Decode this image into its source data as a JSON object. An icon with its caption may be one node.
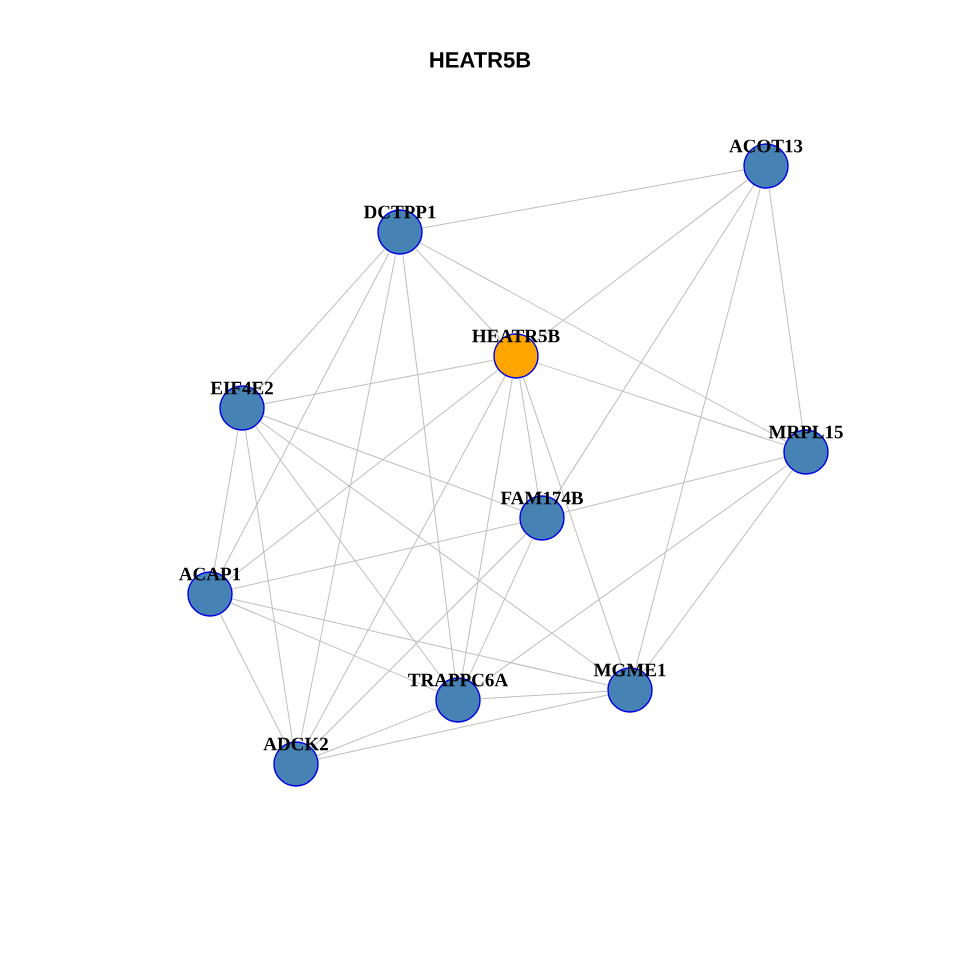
{
  "diagram": {
    "title": "HEATR5B",
    "nodes": [
      {
        "text": [
          "ACOT13"
        ]
      },
      {
        "text": [
          "DCTPP1"
        ]
      },
      {
        "text": [
          "HEATR5B"
        ]
      },
      {
        "text": [
          "EIF4E2"
        ]
      },
      {
        "text": [
          "MRPL15"
        ]
      },
      {
        "text": [
          "FAM174B"
        ]
      },
      {
        "text": [
          "ACAP1"
        ]
      },
      {
        "text": [
          "MGME1"
        ]
      },
      {
        "text": [
          "TRAPPC6A"
        ]
      },
      {
        "text": [
          "ADCK2"
        ]
      }
    ],
    "edges": [
      {
        "from": 0,
        "to": 1,
        "arrow": "none"
      },
      {
        "from": 0,
        "to": 2,
        "arrow": "none"
      },
      {
        "from": 0,
        "to": 5,
        "arrow": "none"
      },
      {
        "from": 0,
        "to": 7,
        "arrow": "none"
      },
      {
        "from": 0,
        "to": 4,
        "arrow": "none"
      },
      {
        "from": 1,
        "to": 2,
        "arrow": "none"
      },
      {
        "from": 1,
        "to": 4,
        "arrow": "none"
      },
      {
        "from": 1,
        "to": 3,
        "arrow": "none"
      },
      {
        "from": 1,
        "to": 6,
        "arrow": "none"
      },
      {
        "from": 1,
        "to": 9,
        "arrow": "none"
      },
      {
        "from": 1,
        "to": 8,
        "arrow": "none"
      },
      {
        "from": 2,
        "to": 3,
        "arrow": "none"
      },
      {
        "from": 2,
        "to": 4,
        "arrow": "none"
      },
      {
        "from": 2,
        "to": 6,
        "arrow": "none"
      },
      {
        "from": 2,
        "to": 9,
        "arrow": "none"
      },
      {
        "from": 2,
        "to": 8,
        "arrow": "none"
      },
      {
        "from": 2,
        "to": 5,
        "arrow": "none"
      },
      {
        "from": 2,
        "to": 7,
        "arrow": "none"
      },
      {
        "from": 3,
        "to": 6,
        "arrow": "none"
      },
      {
        "from": 3,
        "to": 9,
        "arrow": "none"
      },
      {
        "from": 3,
        "to": 8,
        "arrow": "none"
      },
      {
        "from": 3,
        "to": 7,
        "arrow": "none"
      },
      {
        "from": 3,
        "to": 5,
        "arrow": "none"
      },
      {
        "from": 4,
        "to": 5,
        "arrow": "none"
      },
      {
        "from": 4,
        "to": 8,
        "arrow": "none"
      },
      {
        "from": 4,
        "to": 7,
        "arrow": "none"
      },
      {
        "from": 5,
        "to": 6,
        "arrow": "none"
      },
      {
        "from": 5,
        "to": 9,
        "arrow": "none"
      },
      {
        "from": 5,
        "to": 8,
        "arrow": "none"
      },
      {
        "from": 6,
        "to": 7,
        "arrow": "none"
      },
      {
        "from": 6,
        "to": 8,
        "arrow": "none"
      },
      {
        "from": 6,
        "to": 9,
        "arrow": "none"
      },
      {
        "from": 7,
        "to": 8,
        "arrow": "none"
      },
      {
        "from": 7,
        "to": 9,
        "arrow": "none"
      },
      {
        "from": 8,
        "to": 9,
        "arrow": "none"
      }
    ]
  }
}
